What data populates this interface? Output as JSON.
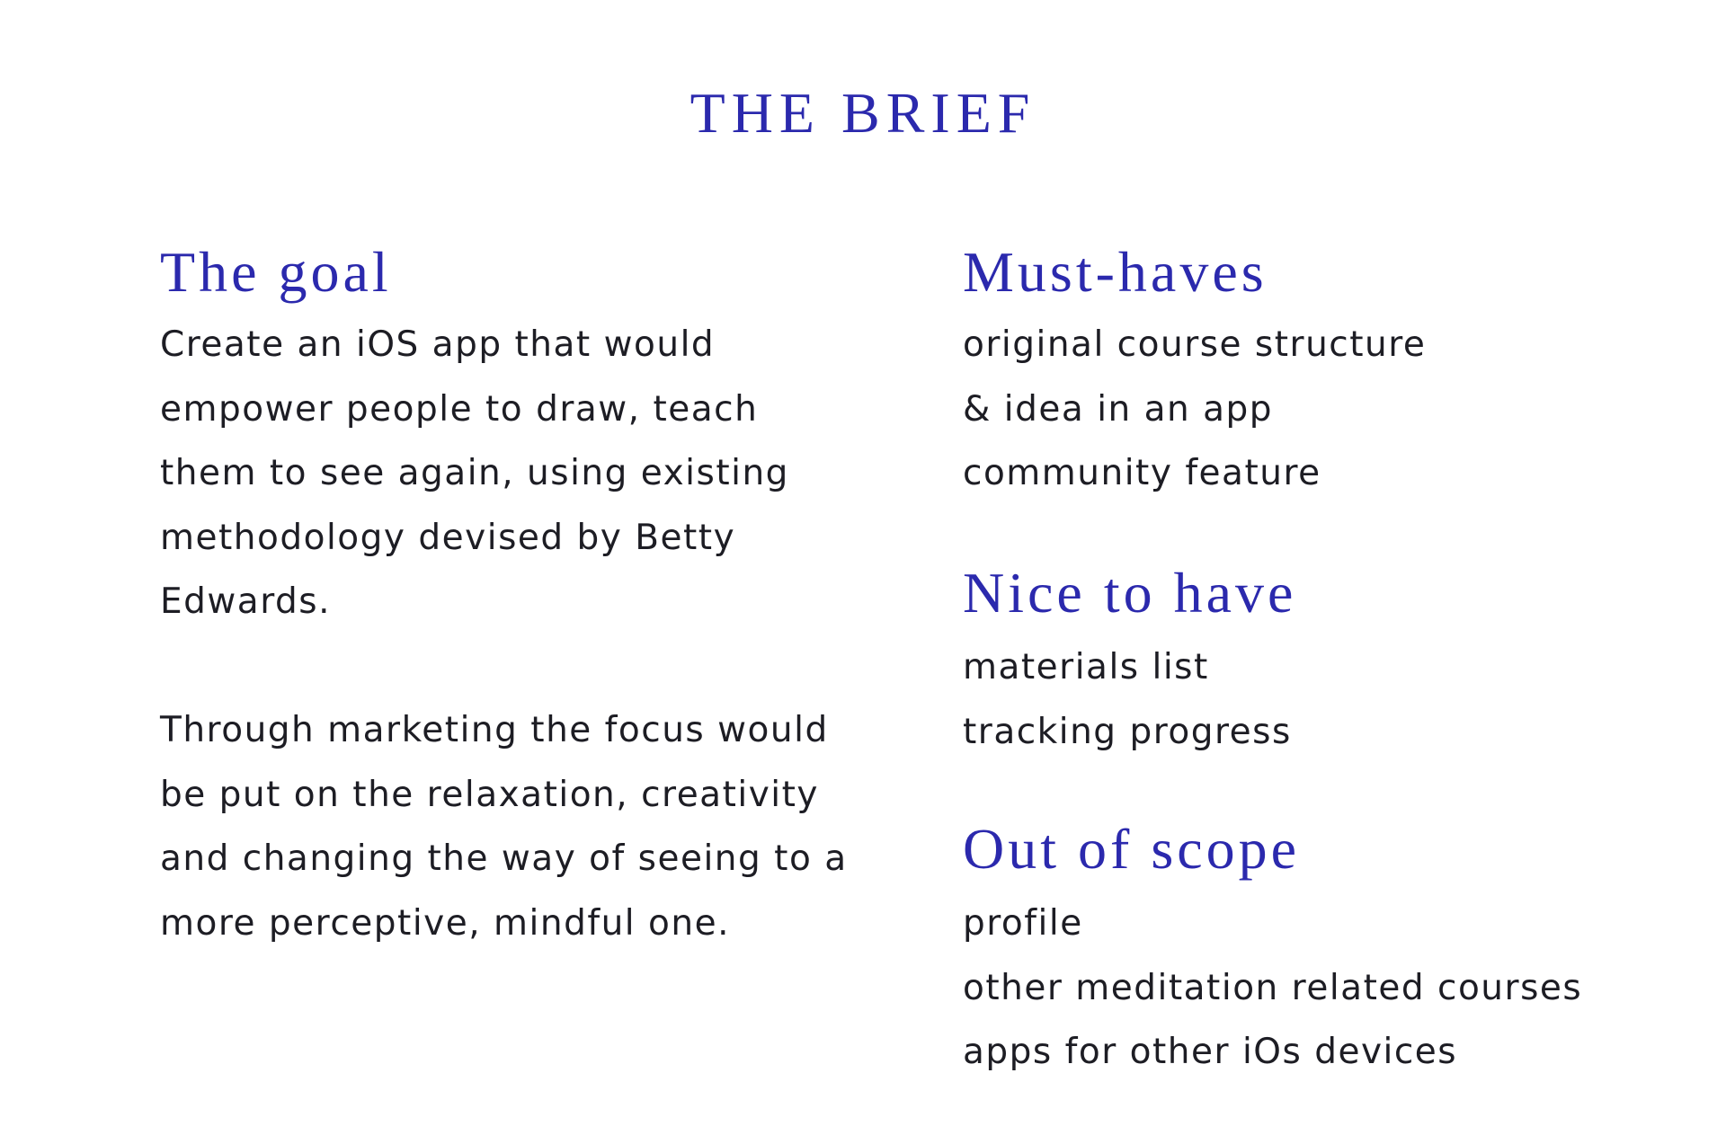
{
  "title": "THE BRIEF",
  "goal": {
    "heading": "The goal",
    "paragraphs": [
      "Create an iOS app that would empower people to draw, teach them to see again, using existing methodology devised by Betty Edwards.",
      "Through marketing the focus would be put on the relaxation, creativity and changing the way of seeing to a more perceptive, mindful one."
    ]
  },
  "must_haves": {
    "heading": "Must-haves",
    "items": [
      "original course structure",
      "& idea in an app",
      "community feature"
    ]
  },
  "nice_to_have": {
    "heading": "Nice to have",
    "items": [
      "materials list",
      "tracking progress"
    ]
  },
  "out_of_scope": {
    "heading": "Out of scope",
    "items": [
      "profile",
      "other meditation related courses",
      "apps for other iOs devices"
    ]
  },
  "colors": {
    "accent": "#2b29ad",
    "text": "#1d1d24",
    "background": "#ffffff"
  }
}
